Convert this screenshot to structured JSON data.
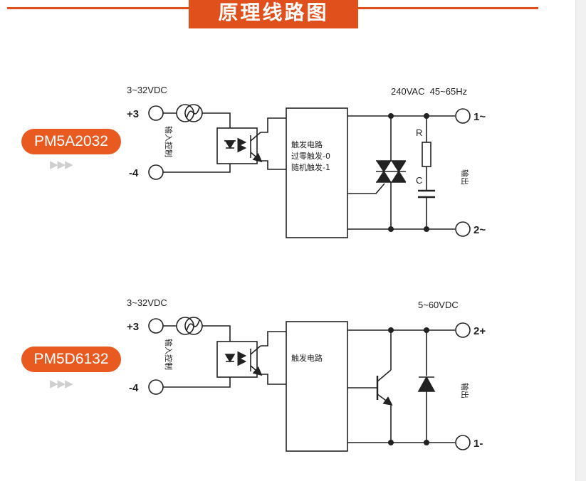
{
  "header": {
    "title": "原理线路图"
  },
  "circuit_a": {
    "model": "PM5A2032",
    "input_voltage": "3~32VDC",
    "pin_pos": "+3",
    "pin_neg": "-4",
    "input_label": "输入控制",
    "block_line1": "触发电路",
    "block_line2": "过零触发-0",
    "block_line3": "随机触发-1",
    "output_supply": "240VAC  45~65Hz",
    "resistor_label": "R",
    "capacitor_label": "C",
    "output_pin1": "1~",
    "output_pin2": "2~",
    "output_label": "输出"
  },
  "circuit_b": {
    "model": "PM5D6132",
    "input_voltage": "3~32VDC",
    "pin_pos": "+3",
    "pin_neg": "-4",
    "input_label": "输入控制",
    "block_line1": "触发电路",
    "output_supply": "5~60VDC",
    "output_pin1": "2+",
    "output_pin2": "1-",
    "output_label": "输出"
  },
  "decor": {
    "chevrons": "▶▶▶"
  },
  "colors": {
    "accent": "#e0501c",
    "pill": "#e85a20",
    "line": "#222222"
  }
}
